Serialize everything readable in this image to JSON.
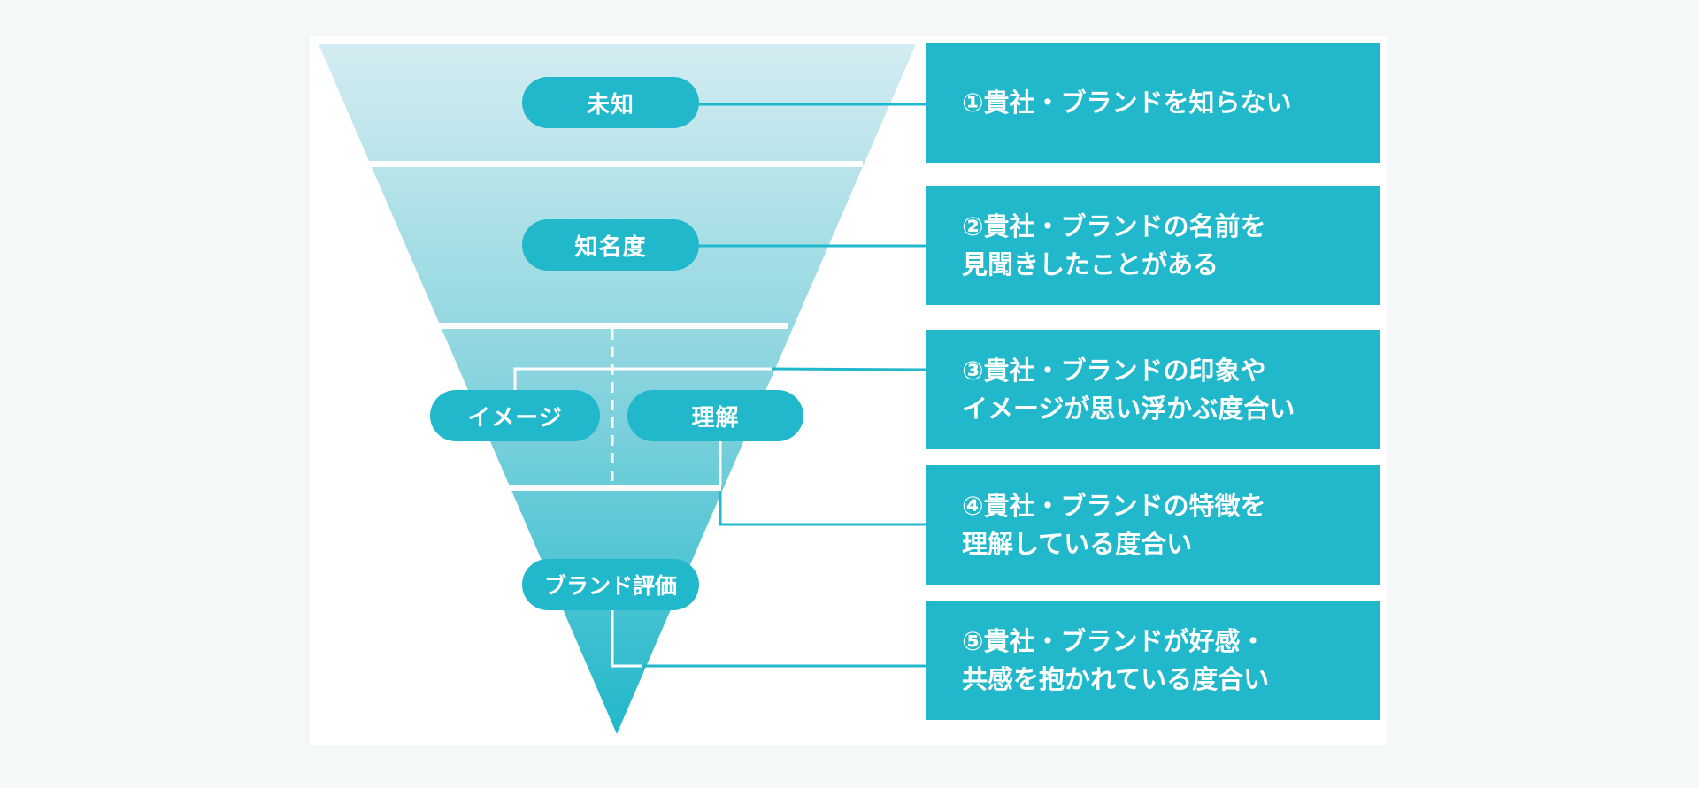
{
  "diagram": {
    "type": "inverted-funnel",
    "colors": {
      "accent": "#20b8ca",
      "band_top": "#d3ecf1",
      "band_bottom": "#20b8ca",
      "divider": "#ffffff"
    },
    "stages": [
      {
        "id": "unknown",
        "label": "未知"
      },
      {
        "id": "awareness",
        "label": "知名度"
      },
      {
        "id": "image",
        "label": "イメージ"
      },
      {
        "id": "understanding",
        "label": "理解"
      },
      {
        "id": "brand-evaluation",
        "label": "ブランド評価"
      }
    ],
    "descriptions": [
      {
        "lines": [
          "①貴社・ブランドを知らない"
        ]
      },
      {
        "lines": [
          "②貴社・ブランドの名前を",
          "見聞きしたことがある"
        ]
      },
      {
        "lines": [
          "③貴社・ブランドの印象や",
          "イメージが思い浮かぶ度合い"
        ]
      },
      {
        "lines": [
          "④貴社・ブランドの特徴を",
          "理解している度合い"
        ]
      },
      {
        "lines": [
          "⑤貴社・ブランドが好感・",
          "共感を抱かれている度合い"
        ]
      }
    ]
  }
}
